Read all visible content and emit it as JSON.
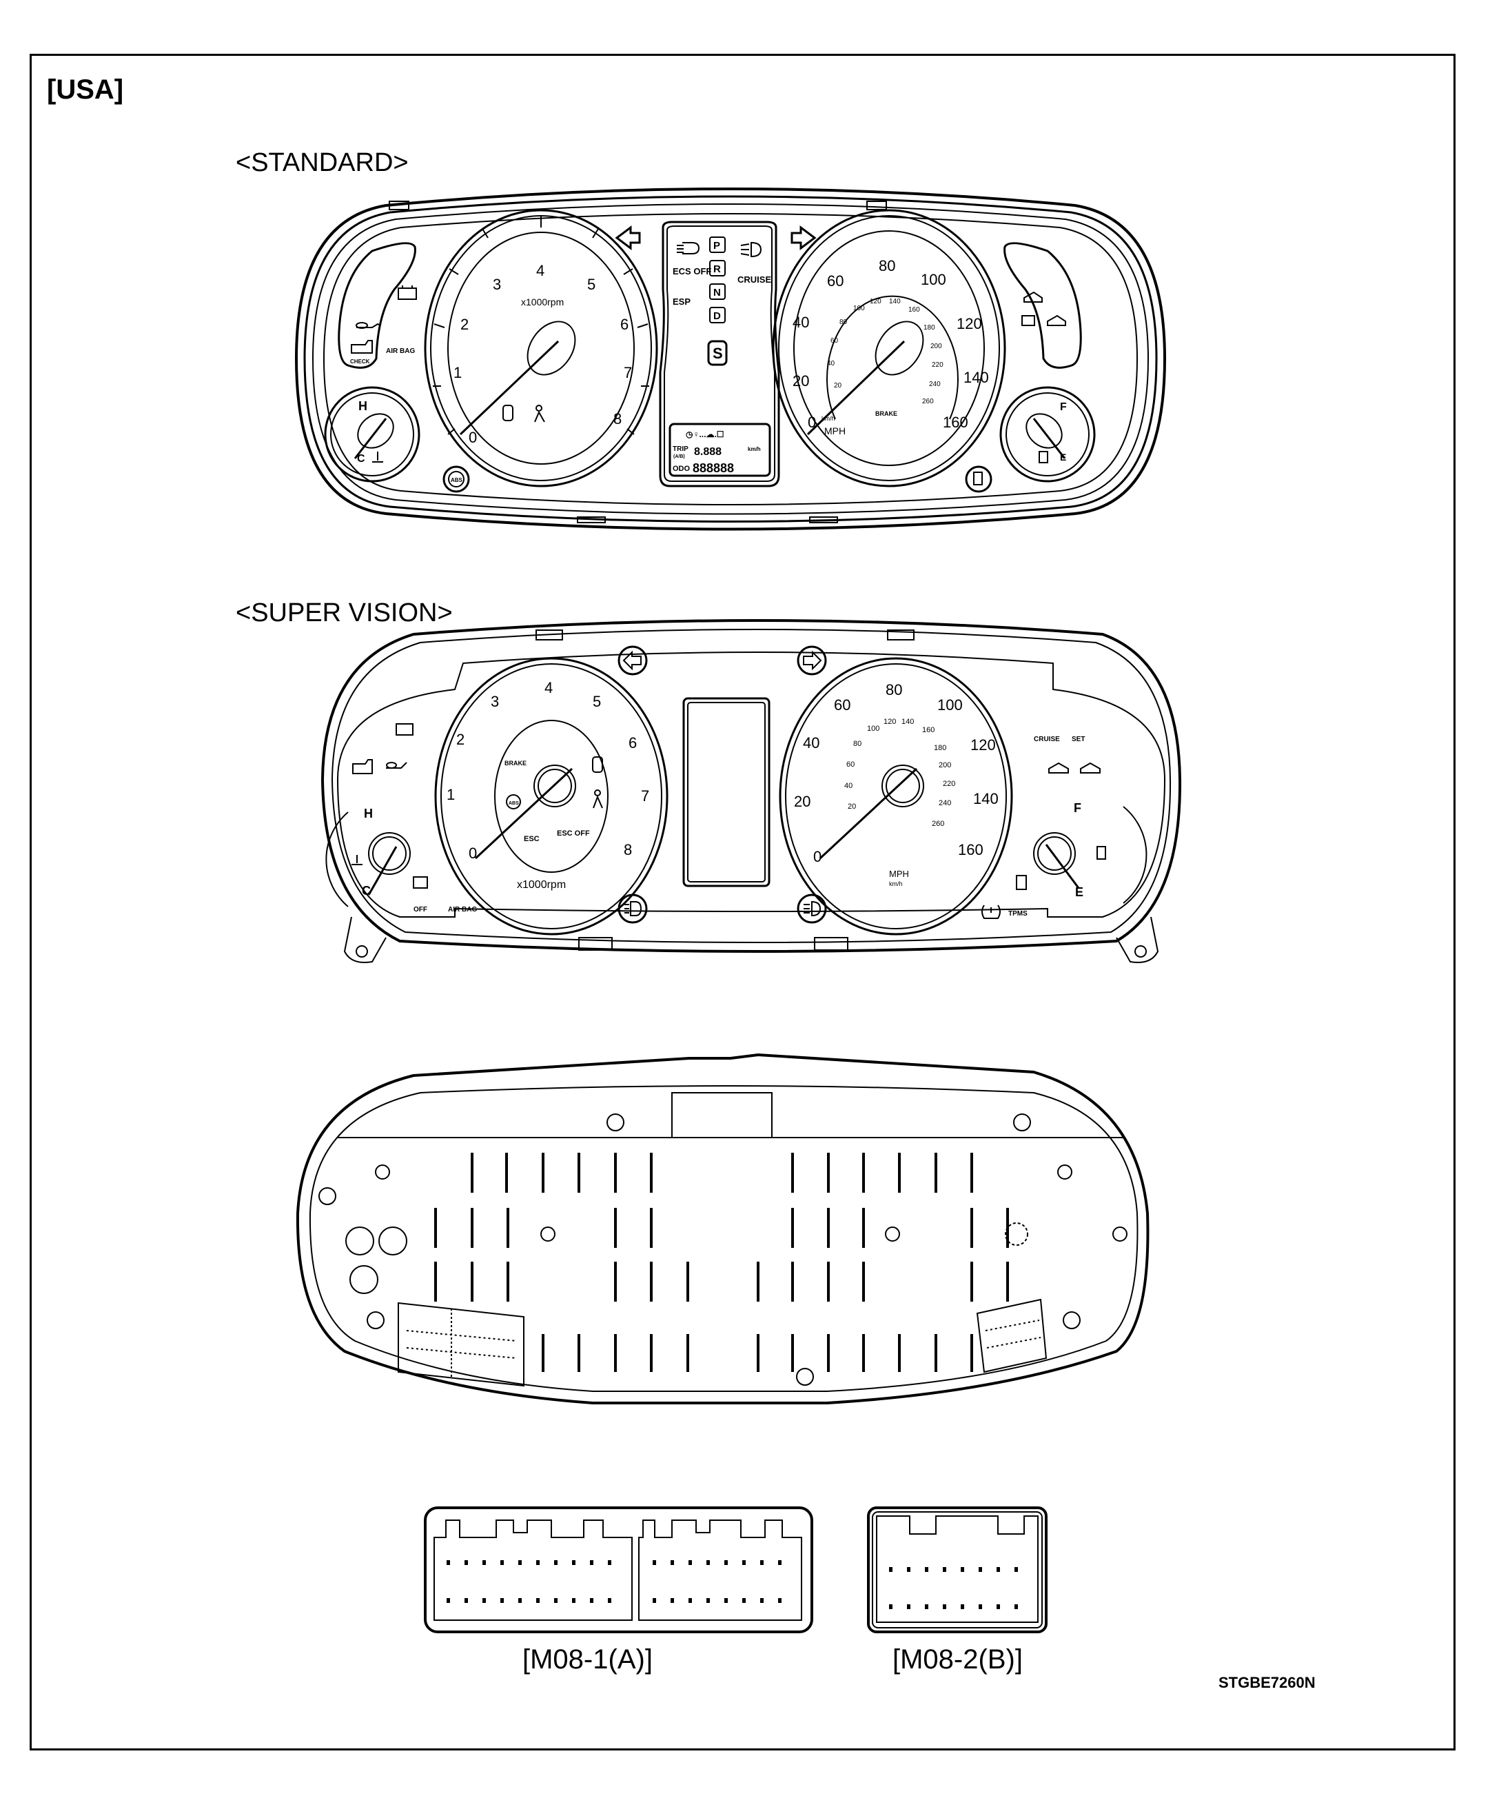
{
  "region": "[USA]",
  "sections": {
    "standard": {
      "title": "<STANDARD>",
      "tachometer": {
        "unit_label": "x1000rpm",
        "ticks": [
          "0",
          "1",
          "2",
          "3",
          "4",
          "5",
          "6",
          "7",
          "8"
        ]
      },
      "speedometer": {
        "unit_label_primary": "MPH",
        "unit_label_secondary": "km/h",
        "mph_ticks": [
          "0",
          "20",
          "40",
          "60",
          "80",
          "100",
          "120",
          "140",
          "160"
        ],
        "kmh_ticks": [
          "20",
          "40",
          "60",
          "80",
          "100",
          "120",
          "140",
          "160",
          "180",
          "200",
          "220",
          "240",
          "260"
        ]
      },
      "temp_gauge": {
        "high": "H",
        "low": "C"
      },
      "fuel_gauge": {
        "full": "F",
        "empty": "E"
      },
      "warning_lights_left": {
        "check": "CHECK",
        "airbag": "AIR BAG"
      },
      "center_panel": {
        "ecs_off": "ECS OFF",
        "esp": "ESP",
        "cruise": "CRUISE",
        "gears": [
          "P",
          "R",
          "N",
          "D"
        ],
        "sport": "S",
        "lcd": {
          "top_icons": "◷♀...☁.☐",
          "trip_label": "TRIP",
          "trip_sub": "(A/B)",
          "trip_value": "8.888",
          "trip_unit": "km/h",
          "odo_prefix": "ODO",
          "odo_value": "888888"
        }
      },
      "brake_label": "BRAKE",
      "abs_label": "ABS"
    },
    "super_vision": {
      "title": "<SUPER VISION>",
      "tachometer": {
        "unit_label": "x1000rpm",
        "ticks": [
          "0",
          "1",
          "2",
          "3",
          "4",
          "5",
          "6",
          "7",
          "8"
        ]
      },
      "speedometer": {
        "unit_label_primary": "MPH",
        "unit_label_secondary": "km/h",
        "mph_ticks": [
          "0",
          "20",
          "40",
          "60",
          "80",
          "100",
          "120",
          "140",
          "160"
        ],
        "kmh_ticks": [
          "20",
          "40",
          "60",
          "80",
          "100",
          "120",
          "140",
          "160",
          "180",
          "200",
          "220",
          "240",
          "260"
        ]
      },
      "temp_gauge": {
        "high": "H",
        "low": "C"
      },
      "fuel_gauge": {
        "full": "F",
        "empty": "E"
      },
      "labels": {
        "brake": "BRAKE",
        "abs": "ABS",
        "esc": "ESC",
        "esc_off": "ESC OFF",
        "airbag": "AIR BAG",
        "off": "OFF",
        "cruise": "CRUISE",
        "set": "SET",
        "tpms": "TPMS"
      }
    },
    "rear_view": {
      "connectors_shown": 2
    }
  },
  "connectors": [
    {
      "label": "[M08-1(A)]",
      "blocks": [
        {
          "top_pins": 10,
          "bottom_pins": 10
        },
        {
          "top_pins": 8,
          "bottom_pins": 8
        }
      ]
    },
    {
      "label": "[M08-2(B)]",
      "blocks": [
        {
          "top_pins": 8,
          "bottom_pins": 8
        }
      ]
    }
  ],
  "figure_code": "STGBE7260N"
}
